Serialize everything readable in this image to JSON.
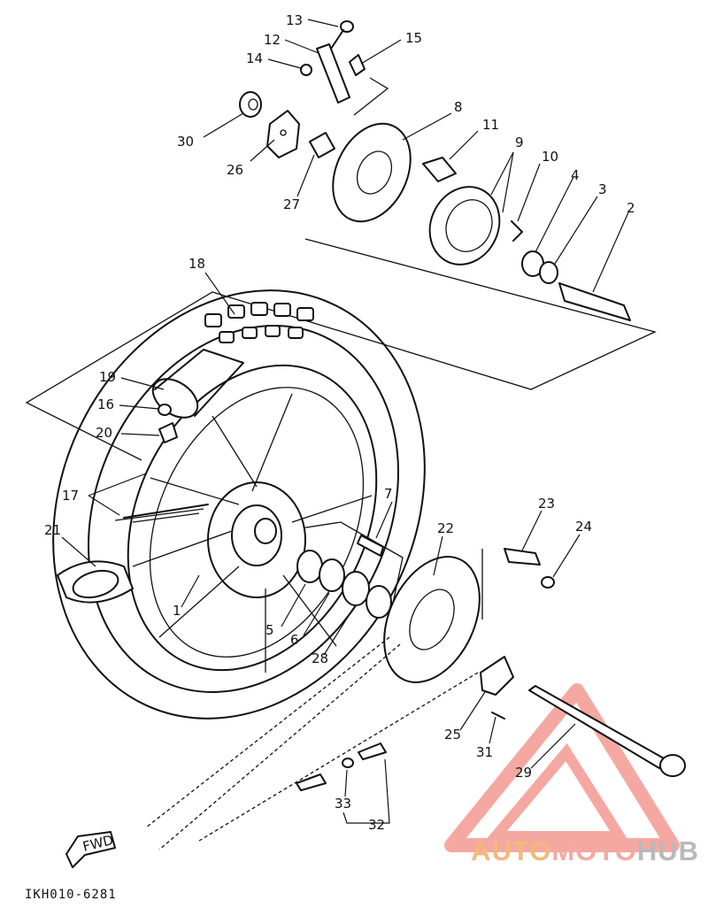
{
  "diagram": {
    "callouts": [
      {
        "id": "13",
        "label": "13"
      },
      {
        "id": "12",
        "label": "12"
      },
      {
        "id": "14",
        "label": "14"
      },
      {
        "id": "15",
        "label": "15"
      },
      {
        "id": "30",
        "label": "30"
      },
      {
        "id": "8",
        "label": "8"
      },
      {
        "id": "11",
        "label": "11"
      },
      {
        "id": "9",
        "label": "9"
      },
      {
        "id": "10",
        "label": "10"
      },
      {
        "id": "4",
        "label": "4"
      },
      {
        "id": "3",
        "label": "3"
      },
      {
        "id": "2",
        "label": "2"
      },
      {
        "id": "26",
        "label": "26"
      },
      {
        "id": "27",
        "label": "27"
      },
      {
        "id": "18",
        "label": "18"
      },
      {
        "id": "19",
        "label": "19"
      },
      {
        "id": "16",
        "label": "16"
      },
      {
        "id": "20",
        "label": "20"
      },
      {
        "id": "17",
        "label": "17"
      },
      {
        "id": "7",
        "label": "7"
      },
      {
        "id": "23",
        "label": "23"
      },
      {
        "id": "24",
        "label": "24"
      },
      {
        "id": "21",
        "label": "21"
      },
      {
        "id": "22",
        "label": "22"
      },
      {
        "id": "1",
        "label": "1"
      },
      {
        "id": "5",
        "label": "5"
      },
      {
        "id": "6",
        "label": "6"
      },
      {
        "id": "28",
        "label": "28"
      },
      {
        "id": "25",
        "label": "25"
      },
      {
        "id": "31",
        "label": "31"
      },
      {
        "id": "29",
        "label": "29"
      },
      {
        "id": "33",
        "label": "33"
      },
      {
        "id": "32",
        "label": "32"
      }
    ],
    "direction_marker": "FWD",
    "doc_code": "IKH010-6281"
  },
  "watermark": {
    "part_a": "AUTO",
    "part_b": "MOTO",
    "part_c": "HUB",
    "colors": {
      "auto": "#f4b97a",
      "moto": "#f4a9a2",
      "hub": "#b9b9b9",
      "logo": "#f28c82"
    }
  }
}
